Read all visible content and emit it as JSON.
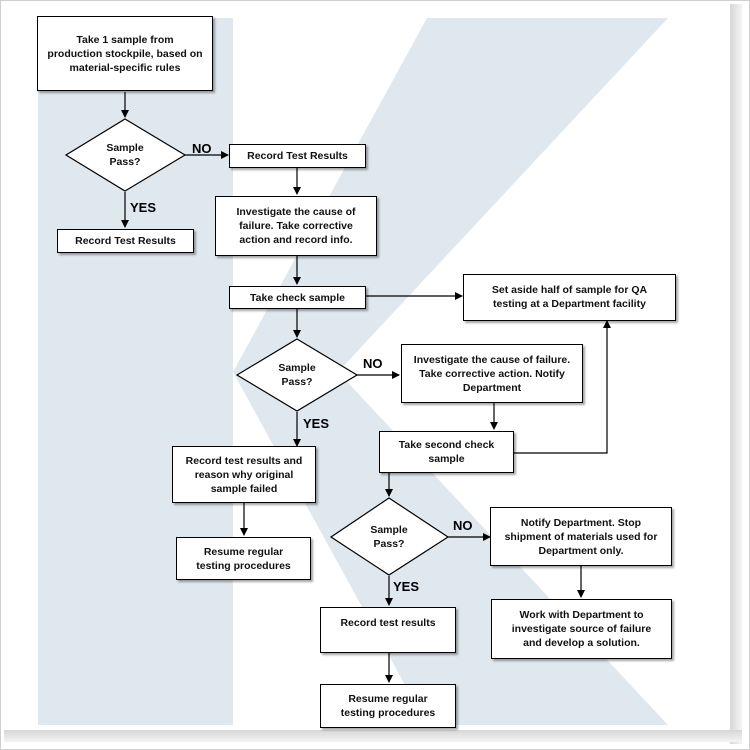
{
  "steps": {
    "take_sample": "Take 1 sample from\nproduction  stockpile, based on\nmaterial-specific rules",
    "record_results_1": "Record Test Results",
    "record_results_2": "Record Test Results",
    "investigate_1": "Investigate the cause of\nfailure. Take corrective\naction and record info.",
    "take_check_sample": "Take check sample",
    "set_aside": "Set aside half of sample for QA\ntesting at a Department  facility",
    "investigate_2": "Investigate the cause of failure.\nTake corrective action.  Notify\nDepartment",
    "record_reason": "Record test results and\nreason why original\nsample failed",
    "take_second_check": "Take second check\nsample",
    "resume_1": "Resume regular\ntesting procedures",
    "notify_department": "Notify Department.  Stop\nshipment of materials used for\nDepartment only.",
    "record_results_3": "Record test results",
    "work_with_department": "Work with Department to\ninvestigate source of failure\nand develop a solution.",
    "resume_2": "Resume regular\ntesting procedures"
  },
  "decisions": {
    "d1": "Sample\nPass?",
    "d2": "Sample\nPass?",
    "d3": "Sample\nPass?"
  },
  "branch_labels": {
    "no_1": "NO",
    "yes_1": "YES",
    "no_2": "NO",
    "yes_2": "YES",
    "no_3": "NO",
    "yes_3": "YES"
  },
  "colors": {
    "watermark": "#dfe7ef",
    "border": "#000000"
  }
}
